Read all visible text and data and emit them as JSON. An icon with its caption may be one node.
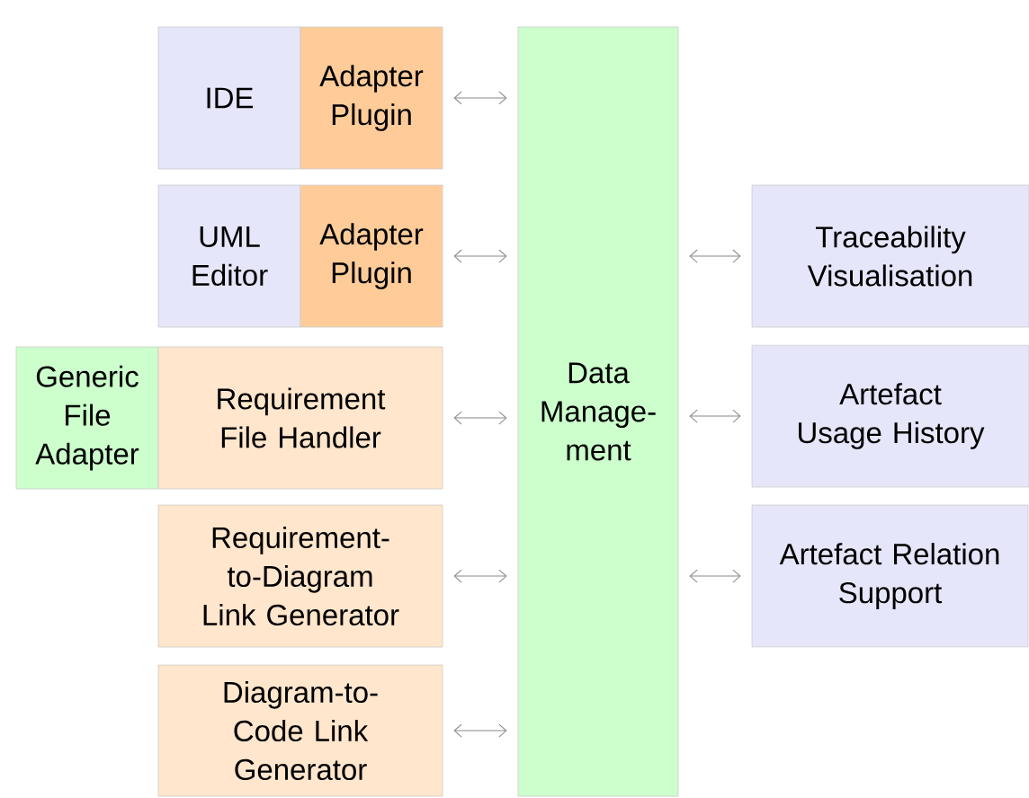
{
  "diagram": {
    "nodes": [
      {
        "text": [
          "IDE"
        ]
      },
      {
        "text": [
          "Adapter Plugin"
        ]
      },
      {
        "text": [
          "UML Editor"
        ]
      },
      {
        "text": [
          "Adapter Plugin"
        ]
      },
      {
        "text": [
          "Generic File Adapter"
        ]
      },
      {
        "text": [
          "Requirement File Handler"
        ]
      },
      {
        "text": [
          "Requirement-to-Diagram Link Generator"
        ]
      },
      {
        "text": [
          "Diagram-to-Code Link Generator"
        ]
      },
      {
        "text": [
          "Data Manage-ment"
        ]
      },
      {
        "text": [
          "Traceability Visualisation"
        ]
      },
      {
        "text": [
          "Artefact Usage History"
        ]
      },
      {
        "text": [
          "Artefact Relation Support"
        ]
      }
    ],
    "edges": [
      {
        "from": 1,
        "to": 8,
        "arrow": "both"
      },
      {
        "from": 3,
        "to": 8,
        "arrow": "both"
      },
      {
        "from": 5,
        "to": 8,
        "arrow": "both"
      },
      {
        "from": 6,
        "to": 8,
        "arrow": "both"
      },
      {
        "from": 7,
        "to": 8,
        "arrow": "both"
      },
      {
        "from": 8,
        "to": 9,
        "arrow": "both"
      },
      {
        "from": 8,
        "to": 10,
        "arrow": "both"
      },
      {
        "from": 8,
        "to": 11,
        "arrow": "both"
      }
    ]
  }
}
